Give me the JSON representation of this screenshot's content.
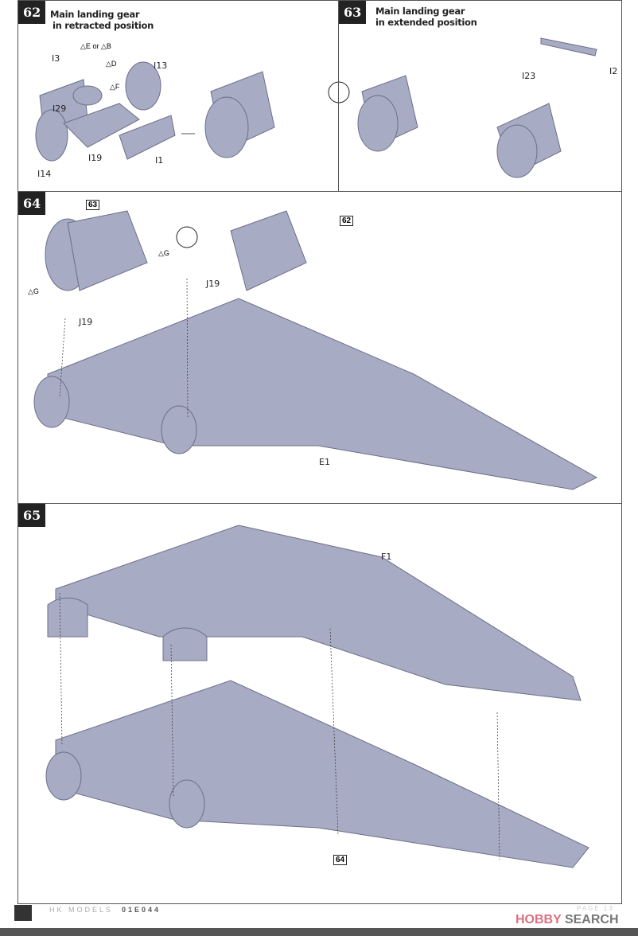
{
  "steps": [
    {
      "number": "62",
      "title_line1": "Main landing gear",
      "title_line2": "in retracted position",
      "parts": [
        "I3",
        "I13",
        "I29",
        "I14",
        "I19",
        "I1"
      ],
      "paint_refs": [
        "E",
        "or",
        "B",
        "D",
        "F"
      ]
    },
    {
      "number": "63",
      "title_line1": "Main landing gear",
      "title_line2": "in extended position",
      "parts": [
        "I23",
        "I2"
      ]
    },
    {
      "number": "64",
      "step_refs": [
        "63",
        "62"
      ],
      "parts": [
        "J19",
        "J19",
        "E1"
      ],
      "paint_refs": [
        "G",
        "G"
      ]
    },
    {
      "number": "65",
      "step_refs": [
        "64"
      ],
      "parts": [
        "F1"
      ]
    }
  ],
  "footer": {
    "brand": "HK MODELS",
    "code": "01E044",
    "page": "PAGE 13",
    "watermark_a": "HOBBY",
    "watermark_b": "SEARCH"
  },
  "colors": {
    "part": "#a8abc4",
    "border": "#555555"
  }
}
